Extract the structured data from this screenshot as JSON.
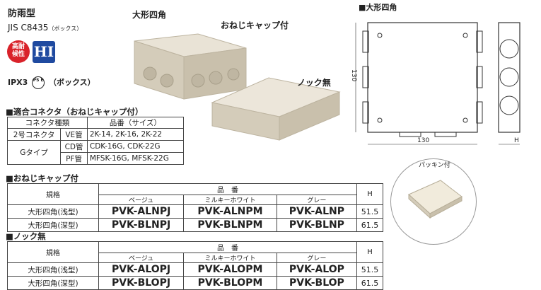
{
  "header": {
    "title": "防雨型",
    "jis": "JIS C8435",
    "jis_note": "（ボックス）",
    "badge_red": [
      "高耐",
      "候性"
    ],
    "badge_hi": "HI",
    "ipx": "IPX3",
    "pse": "PS E",
    "ipx_note": "（ボックス）"
  },
  "photo_labels": {
    "large_box": "大形四角",
    "screw_cap": "おねじキャップ付",
    "knock_none": "ノック無"
  },
  "drawing": {
    "title": "■大形四角",
    "dim_height": "130",
    "dim_width": "130",
    "dim_h": "H",
    "packing": "パッキン付"
  },
  "connector_table": {
    "title": "■適合コネクタ（おねじキャップ付）",
    "col1": "コネクタ種類",
    "col2": "品番（サイズ）",
    "rows": [
      {
        "type": "2号コネクタ",
        "pipe": "VE管",
        "codes": "2K-14, 2K-16, 2K-22"
      },
      {
        "type": "Gタイプ",
        "pipe": "CD管",
        "codes": "CDK-16G, CDK-22G"
      },
      {
        "type": "",
        "pipe": "PF管",
        "codes": "MFSK-16G, MFSK-22G"
      }
    ]
  },
  "table_cap": {
    "title": "■おねじキャップ付",
    "spec": "規格",
    "part": "品　番",
    "colors": [
      "ベージュ",
      "ミルキーホワイト",
      "グレー"
    ],
    "h": "H",
    "rows": [
      {
        "spec": "大形四角(浅型)",
        "codes": [
          "PVK-ALNPJ",
          "PVK-ALNPM",
          "PVK-ALNP"
        ],
        "h": "51.5"
      },
      {
        "spec": "大形四角(深型)",
        "codes": [
          "PVK-BLNPJ",
          "PVK-BLNPM",
          "PVK-BLNP"
        ],
        "h": "61.5"
      }
    ]
  },
  "table_knock": {
    "title": "■ノック無",
    "spec": "規格",
    "part": "品　番",
    "colors": [
      "ベージュ",
      "ミルキーホワイト",
      "グレー"
    ],
    "h": "H",
    "rows": [
      {
        "spec": "大形四角(浅型)",
        "codes": [
          "PVK-ALOPJ",
          "PVK-ALOPM",
          "PVK-ALOP"
        ],
        "h": "51.5"
      },
      {
        "spec": "大形四角(深型)",
        "codes": [
          "PVK-BLOPJ",
          "PVK-BLOPM",
          "PVK-BLOP"
        ],
        "h": "61.5"
      }
    ]
  }
}
